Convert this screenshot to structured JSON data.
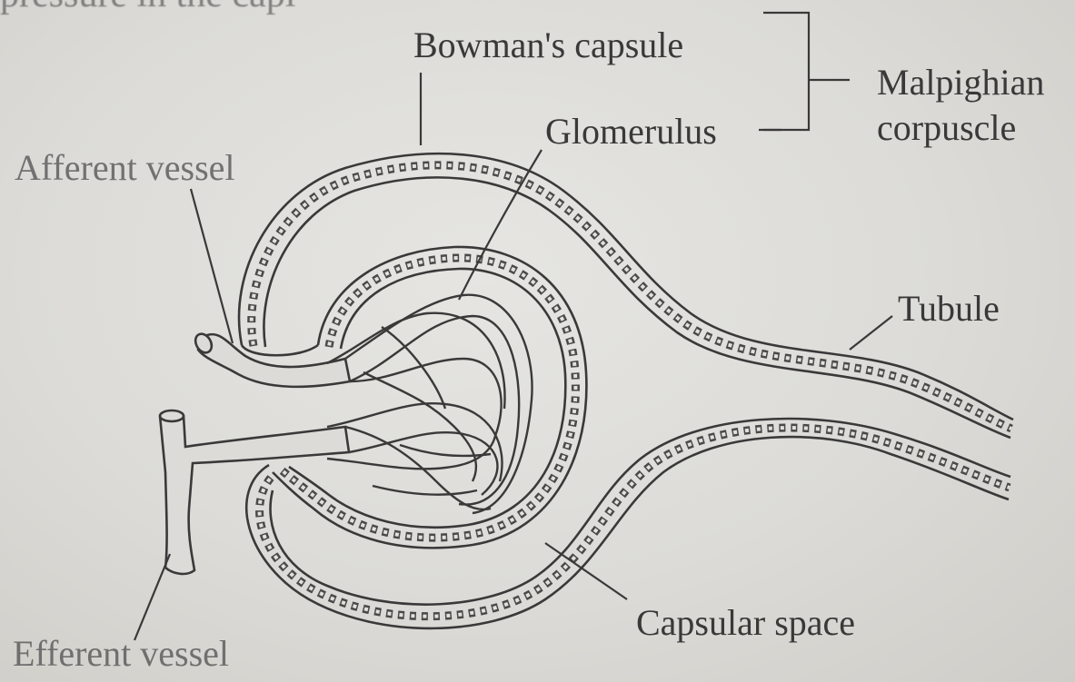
{
  "top_partial_text": "pressure in the capi",
  "labels": {
    "bowmans_capsule": "Bowman's capsule",
    "glomerulus": "Glomerulus",
    "malpighian_line1": "Malpighian",
    "malpighian_line2": "corpuscle",
    "afferent_vessel": "Afferent vessel",
    "tubule": "Tubule",
    "capsular_space": "Capsular space",
    "efferent_vessel": "Efferent vessel"
  },
  "colors": {
    "ink": "#3a3939",
    "paper": "#dcdbd7"
  }
}
